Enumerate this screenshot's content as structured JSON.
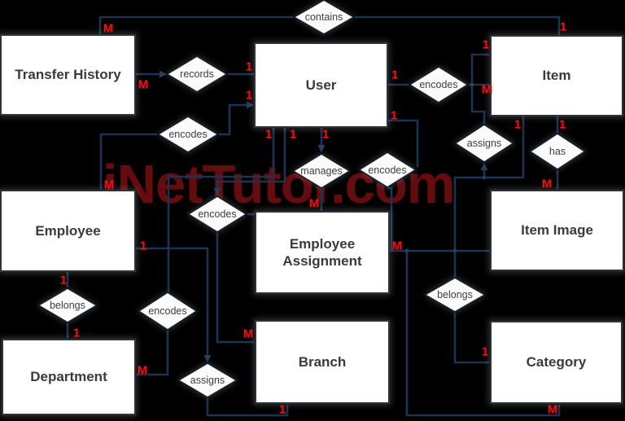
{
  "app": {
    "watermark": "iNetTutor.com",
    "background_color": "#000000"
  },
  "colors": {
    "line": "#1c3352",
    "entity_fill": "#ffffff",
    "entity_border": "#2b333d",
    "diamond_fill": "#fbfbfb",
    "cardinality_red": "#ee1212",
    "watermark_red": "#6a0d10"
  },
  "entities": [
    {
      "id": "transfer-history",
      "label": "Transfer History"
    },
    {
      "id": "user",
      "label": "User"
    },
    {
      "id": "item",
      "label": "Item"
    },
    {
      "id": "employee",
      "label": "Employee"
    },
    {
      "id": "employee-assignment",
      "label": "Employee Assignment"
    },
    {
      "id": "item-image",
      "label": "Item Image"
    },
    {
      "id": "department",
      "label": "Department"
    },
    {
      "id": "branch",
      "label": "Branch"
    },
    {
      "id": "category",
      "label": "Category"
    }
  ],
  "relationships": [
    {
      "id": "contains",
      "label": "contains"
    },
    {
      "id": "records",
      "label": "records"
    },
    {
      "id": "encodes-user-item",
      "label": "encodes"
    },
    {
      "id": "encodes-user-employee",
      "label": "encodes"
    },
    {
      "id": "assigns-item",
      "label": "assigns"
    },
    {
      "id": "has",
      "label": "has"
    },
    {
      "id": "manages",
      "label": "manages"
    },
    {
      "id": "encodes-user-ea",
      "label": "encodes"
    },
    {
      "id": "encodes-user-branch",
      "label": "encodes"
    },
    {
      "id": "belongs-employee-department",
      "label": "belongs"
    },
    {
      "id": "encodes-user-department",
      "label": "encodes"
    },
    {
      "id": "belongs-itemimage-category",
      "label": "belongs"
    },
    {
      "id": "assigns-employee-branch",
      "label": "assigns"
    }
  ],
  "cardinalities": [
    {
      "value": "M",
      "edge": "transfer-history-contains"
    },
    {
      "value": "1",
      "edge": "item-contains"
    },
    {
      "value": "M",
      "edge": "transfer-history-records"
    },
    {
      "value": "1",
      "edge": "user-records"
    },
    {
      "value": "1",
      "edge": "user-encodes-employee"
    },
    {
      "value": "M",
      "edge": "employee-encodes"
    },
    {
      "value": "1",
      "edge": "user-encodes-item"
    },
    {
      "value": "M",
      "edge": "item-encodes"
    },
    {
      "value": "1",
      "edge": "item-assigns"
    },
    {
      "value": "1",
      "edge": "user-encodes-ea"
    },
    {
      "value": "1",
      "edge": "user-encodes-department"
    },
    {
      "value": "1",
      "edge": "user-encodes-branch"
    },
    {
      "value": "1",
      "edge": "user-manages"
    },
    {
      "value": "1",
      "edge": "item-belongs"
    },
    {
      "value": "1",
      "edge": "item-has"
    },
    {
      "value": "M",
      "edge": "item-image-has"
    },
    {
      "value": "M",
      "edge": "employee-assignment-manages"
    },
    {
      "value": "M",
      "edge": "employee-assignment-encodes"
    },
    {
      "value": "M",
      "edge": "branch-encodes"
    },
    {
      "value": "1",
      "edge": "employee-assigns"
    },
    {
      "value": "1",
      "edge": "employee-belongs"
    },
    {
      "value": "1",
      "edge": "department-belongs"
    },
    {
      "value": "M",
      "edge": "department-encodes"
    },
    {
      "value": "1",
      "edge": "category-belongs"
    },
    {
      "value": "1",
      "edge": "branch-assigns"
    },
    {
      "value": "M",
      "edge": "category-line"
    }
  ]
}
